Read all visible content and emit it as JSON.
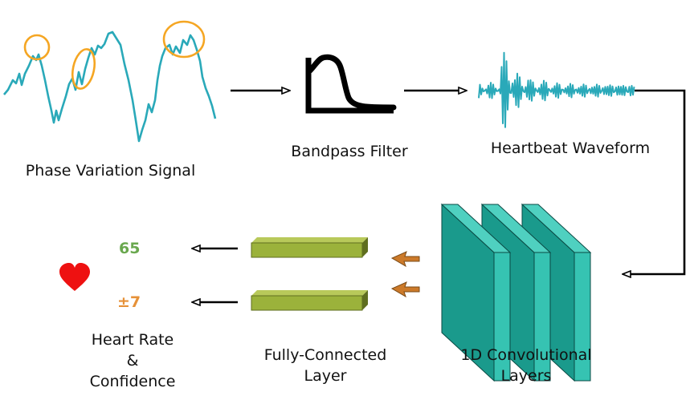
{
  "labels": {
    "phase": "Phase Variation Signal",
    "bandpass": "Bandpass Filter",
    "heartbeat": "Heartbeat Waveform",
    "conv_line1": "1D Convolutional",
    "conv_line2": "Layers",
    "fc_line1": "Fully-Connected",
    "fc_line2": "Layer",
    "hr_line1": "Heart Rate",
    "hr_line2": "&",
    "hr_line3": "Confidence"
  },
  "outputs": {
    "heart_rate": "65",
    "confidence": "±7"
  },
  "colors": {
    "signal": "#2aa9b9",
    "highlight": "#f5a623",
    "conv_front": "#1a9a8c",
    "conv_top": "#36c3b2",
    "conv_side": "#0f6e64",
    "fc": "#9bb23b",
    "fc_dark": "#5f6e1f",
    "hr_value": "#6aa84f",
    "conf_value": "#e69138",
    "heart": "#ee1111",
    "block_arrow": "#cc7a2a"
  }
}
